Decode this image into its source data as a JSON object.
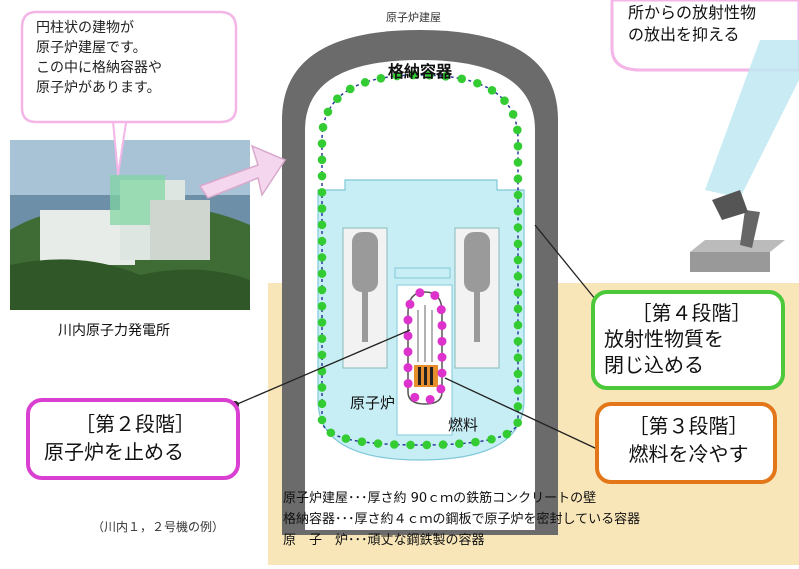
{
  "building_label": "原子炉建屋",
  "containment_label": "格納容器",
  "reactor_label": "原子炉",
  "fuel_label": "燃料",
  "top_left_callout": {
    "lines": [
      "円柱状の建物が",
      "原子炉建屋です。",
      "この中に格納容器や",
      "原子炉があります。"
    ]
  },
  "top_right_callout": {
    "lines": [
      "所からの放射性物",
      "の放出を抑える"
    ]
  },
  "photo_caption": "川内原子力発電所",
  "stage2": {
    "title": "［第２段階］",
    "text": "原子炉を止める"
  },
  "stage3": {
    "title": "［第３段階］",
    "text": "燃料を冷やす"
  },
  "stage4": {
    "title": "［第４段階］",
    "lines": [
      "放射性物質を",
      "閉じ込める"
    ]
  },
  "example_note": "（川内１，２号機の例）",
  "footer_notes": [
    "原子炉建屋･･･厚さ約 90ｃｍの鉄筋コンクリートの壁",
    "格納容器･･･厚さ約４ｃｍの鋼板で原子炉を密封している容器",
    "原　子　炉･･･頑丈な鋼鉄製の容器"
  ],
  "colors": {
    "stage2": "#d93fd0",
    "stage3": "#e4761a",
    "stage4": "#4cc93a",
    "water": "#c8eef5",
    "ground": "#f8e6b8",
    "concrete": "#6b6b6b",
    "containment_dot": "#33cc33",
    "reactor_dot": "#dd33cc"
  }
}
